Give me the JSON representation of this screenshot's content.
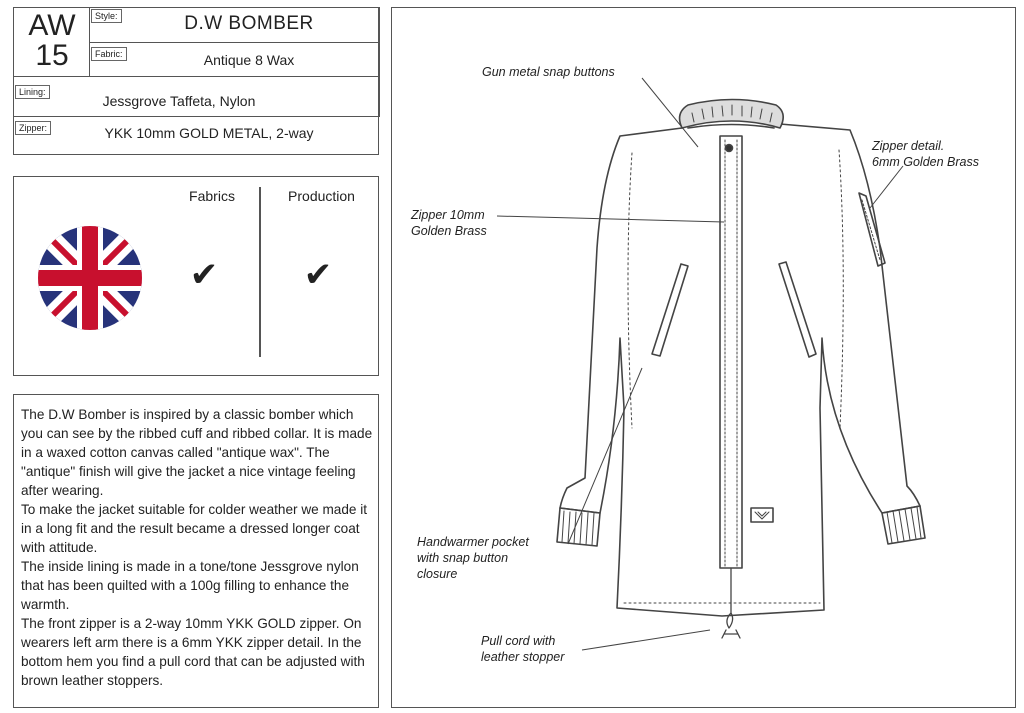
{
  "spec": {
    "season_line1": "AW",
    "season_line2": "15",
    "style_tag": "Style:",
    "style_value": "D.W BOMBER",
    "fabric_tag": "Fabric:",
    "fabric_value": "Antique 8 Wax",
    "lining_tag": "Lining:",
    "lining_value": "Jessgrove Taffeta, Nylon",
    "zipper_tag": "Zipper:",
    "zipper_value": "YKK 10mm GOLD METAL, 2-way"
  },
  "origin": {
    "fabrics_label": "Fabrics",
    "production_label": "Production",
    "check_mark": "✔",
    "flag_icon": "union-jack-flag-icon"
  },
  "description": {
    "paragraphs": [
      "The D.W Bomber is inspired by a classic bomber which you can see by the ribbed cuff and ribbed collar. It is made in a waxed cotton canvas called \"antique wax\". The \"antique\" finish will give the jacket a nice vintage feeling after wearing.",
      "To make the jacket suitable for colder weather we made it in a long fit and the result became a dressed longer coat with attitude.",
      "The inside lining is made in a tone/tone Jessgrove nylon that has been quilted with a 100g filling to enhance the warmth.",
      "The front zipper is a 2-way 10mm YKK GOLD zipper. On wearers left arm there is a 6mm YKK zipper detail. In the bottom hem you find a pull cord that can be adjusted with brown leather stoppers."
    ]
  },
  "callouts": {
    "snap_buttons": "Gun metal snap buttons",
    "zipper_detail_1": "Zipper detail.",
    "zipper_detail_2": "6mm Golden Brass",
    "zipper_front_1": "Zipper 10mm",
    "zipper_front_2": "Golden Brass",
    "pocket_1": "Handwarmer pocket",
    "pocket_2": "with snap button",
    "pocket_3": "closure",
    "cord_1": "Pull cord with",
    "cord_2": "leather stopper"
  },
  "colors": {
    "flag_blue": "#27337a",
    "flag_red": "#c8102e",
    "line": "#444444"
  }
}
